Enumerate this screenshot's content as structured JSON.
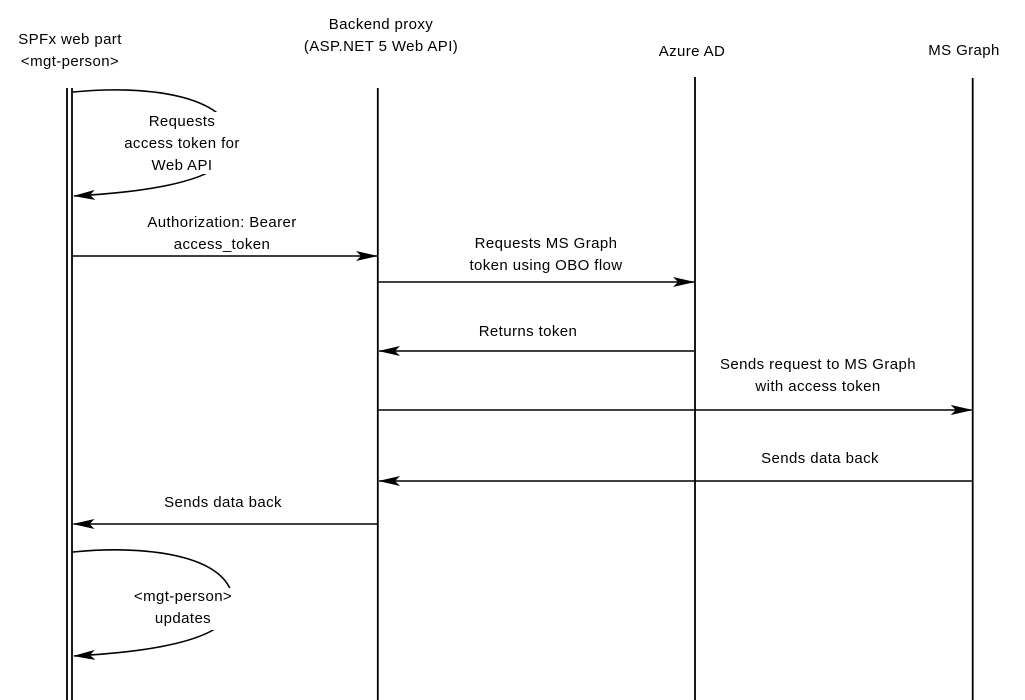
{
  "diagram_title": "SPFx OBO flow sequence diagram",
  "colors": {
    "background": "#ffffff",
    "line": "#000000",
    "text": "#000000"
  },
  "actors": {
    "spfx": {
      "line1": "SPFx web part",
      "line2": "<mgt-person>"
    },
    "backend": {
      "line1": "Backend proxy",
      "line2": "(ASP.NET 5 Web API)"
    },
    "azure_ad": {
      "label": "Azure AD"
    },
    "ms_graph": {
      "label": "MS Graph"
    }
  },
  "messages": {
    "request_access_token": {
      "line1": "Requests",
      "line2": "access token for",
      "line3": "Web API"
    },
    "authorization_bearer": {
      "line1": "Authorization: Bearer",
      "line2": "access_token"
    },
    "request_obo": {
      "line1": "Requests MS Graph",
      "line2": "token using OBO flow"
    },
    "returns_token": {
      "label": "Returns token"
    },
    "send_graph_request": {
      "line1": "Sends request to MS Graph",
      "line2": "with access token"
    },
    "graph_sends_data": {
      "label": "Sends data back"
    },
    "proxy_sends_data": {
      "label": "Sends data back"
    },
    "mgt_person_updates": {
      "line1": "<mgt-person>",
      "line2": "updates"
    }
  }
}
